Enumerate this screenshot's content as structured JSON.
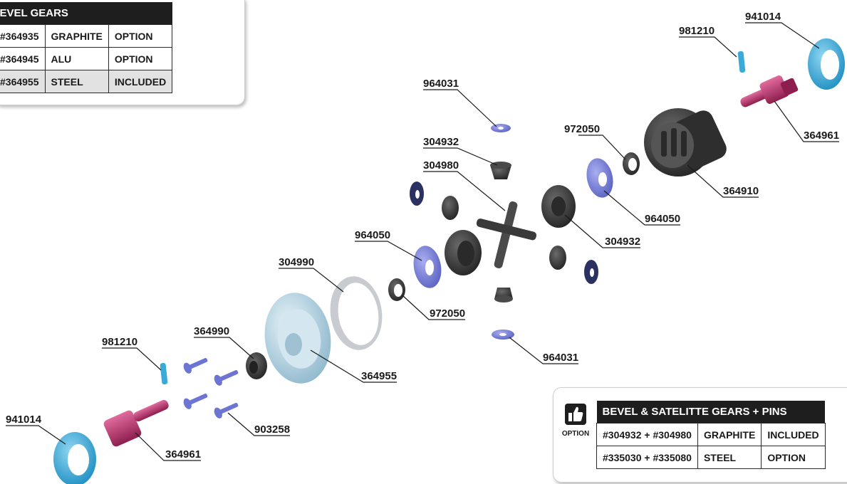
{
  "parts": {
    "p964031_top": "964031",
    "p304932_left": "304932",
    "p304980": "304980",
    "p972050_top": "972050",
    "p964050_right": "964050",
    "p304932_right": "304932",
    "p364910": "364910",
    "p981210_top": "981210",
    "p941014_top": "941014",
    "p364961_top": "364961",
    "p964050_left": "964050",
    "p304990": "304990",
    "p972050_mid": "972050",
    "p964031_bottom": "964031",
    "p981210_bottom": "981210",
    "p364990": "364990",
    "p364955": "364955",
    "p903258": "903258",
    "p941014_bottom": "941014",
    "p364961_bottom": "364961"
  },
  "bevel_table": {
    "title": "EVEL GEARS",
    "rows": [
      {
        "code": "#364935",
        "material": "GRAPHITE",
        "status": "OPTION"
      },
      {
        "code": "#364945",
        "material": "ALU",
        "status": "OPTION"
      },
      {
        "code": "#364955",
        "material": "STEEL",
        "status": "INCLUDED"
      }
    ]
  },
  "satellite_table": {
    "title": "BEVEL & SATELITTE GEARS + PINS",
    "badge": "OPTION",
    "rows": [
      {
        "code": "#304932 + #304980",
        "material": "GRAPHITE",
        "status": "INCLUDED"
      },
      {
        "code": "#335030 + #335080",
        "material": "STEEL",
        "status": "OPTION"
      }
    ]
  },
  "colors": {
    "blue_washer": "#7f86d8",
    "cyan_ring": "#3aaad8",
    "magenta_shaft": "#c0306e",
    "dark_part": "#3a3a3a",
    "steel_gear": "#b9d6e4"
  }
}
